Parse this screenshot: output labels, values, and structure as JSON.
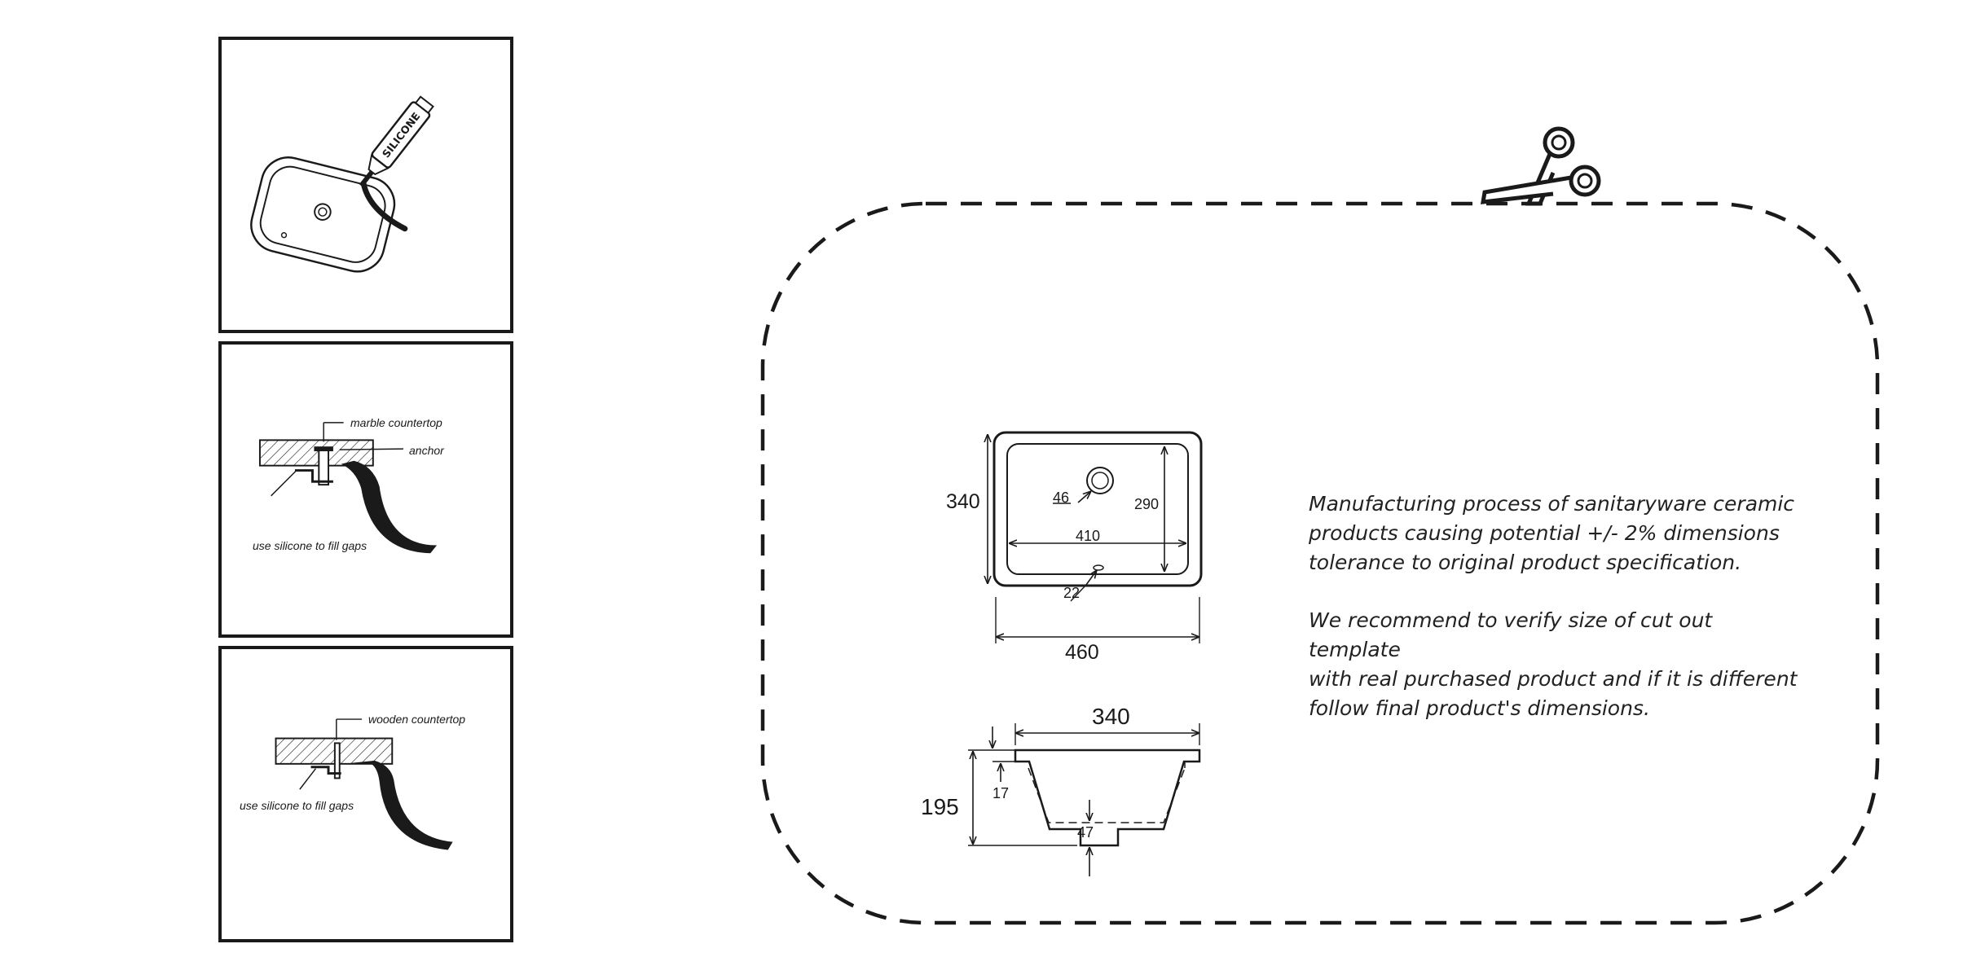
{
  "steps": [
    {
      "tube_label": "SILICONE"
    },
    {
      "labels": [
        "marble countertop",
        "anchor",
        "use silicone to fill gaps"
      ]
    },
    {
      "labels": [
        "wooden countertop",
        "use silicone to fill gaps"
      ]
    }
  ],
  "dimensions": {
    "top_view": {
      "height": "340",
      "inner_height": "290",
      "drain": "46",
      "inner_width": "410",
      "overflow": "22",
      "width": "460"
    },
    "side_view": {
      "depth": "340",
      "height": "195",
      "rim": "17",
      "drain": "47"
    }
  },
  "notes": [
    [
      "Manufacturing process of sanitaryware ceramic",
      "products causing potential +/- 2% dimensions",
      "tolerance to original product specification."
    ],
    [
      "We recommend to verify size of cut out template",
      "with real purchased product and if it is different",
      "follow final product's dimensions."
    ]
  ],
  "icons": [
    "scissors-icon",
    "silicone-tube-icon"
  ]
}
